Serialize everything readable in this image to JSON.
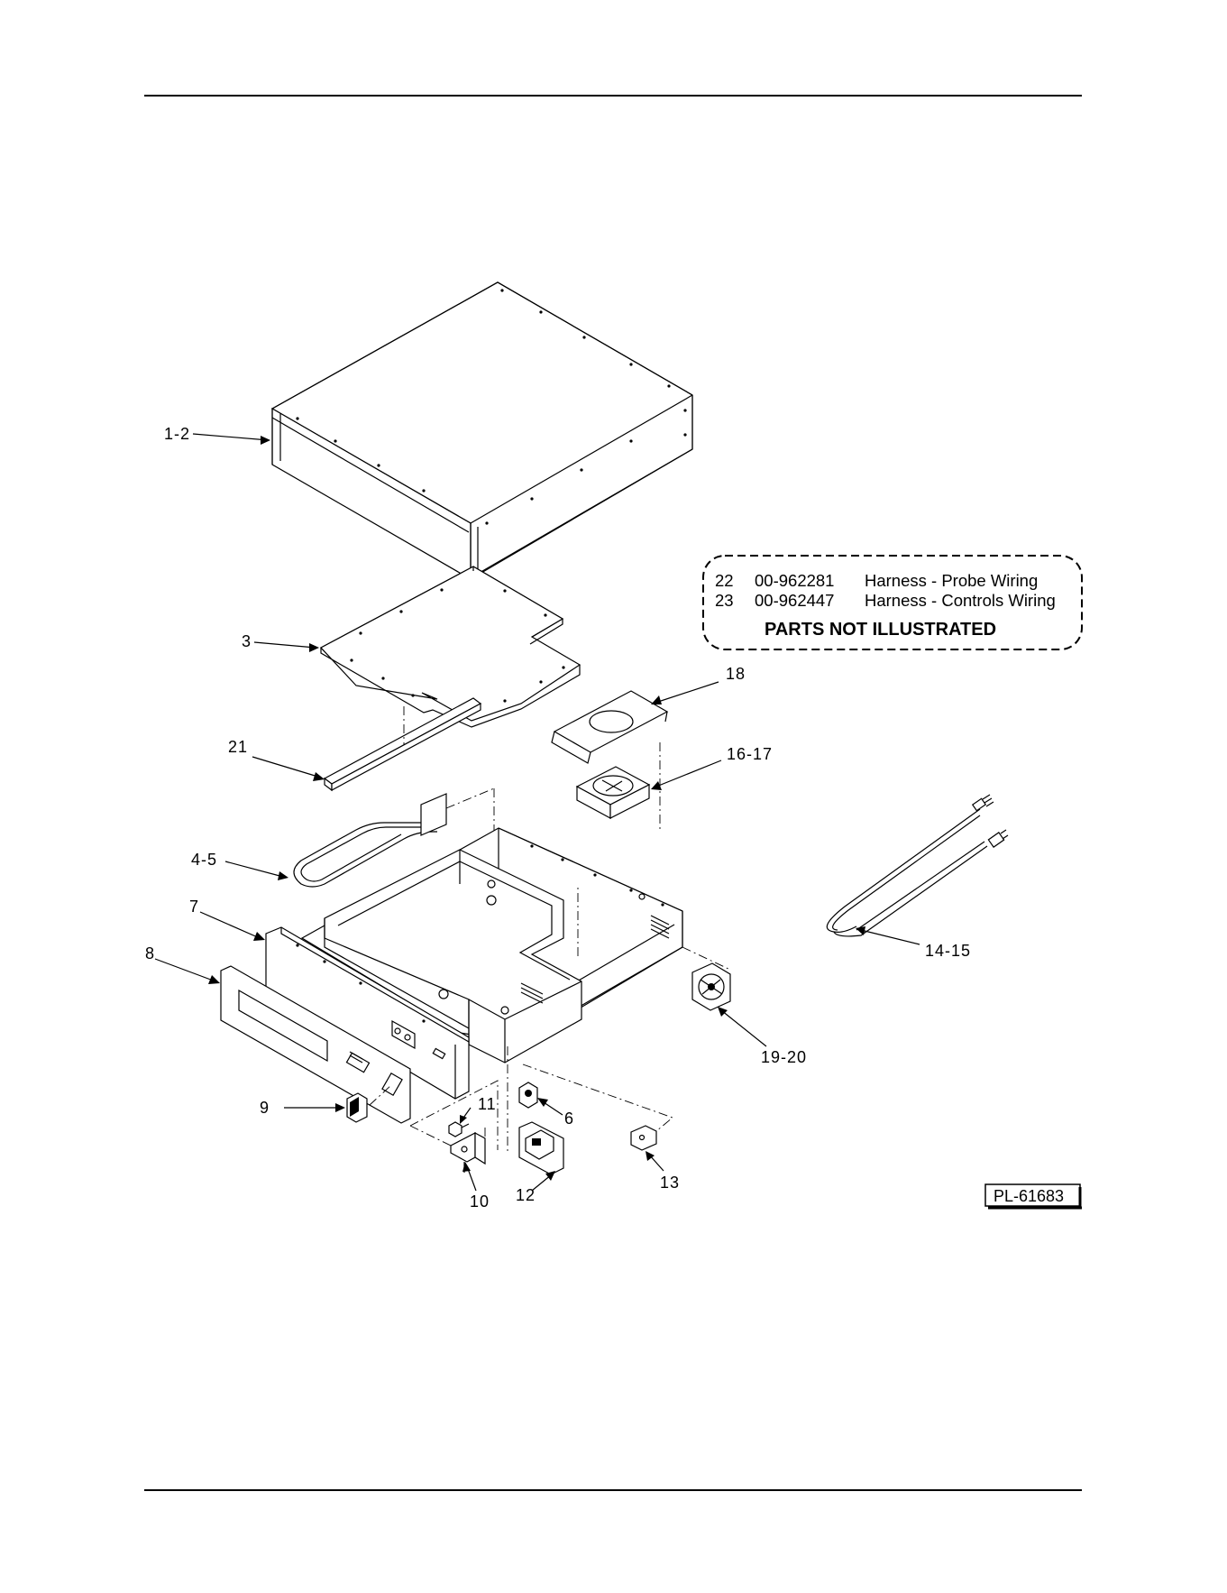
{
  "callouts": {
    "c1_2": "1-2",
    "c3": "3",
    "c21": "21",
    "c4_5": "4-5",
    "c7": "7",
    "c8": "8",
    "c9": "9",
    "c10": "10",
    "c11": "11",
    "c12": "12",
    "c6": "6",
    "c13": "13",
    "c18": "18",
    "c16_17": "16-17",
    "c14_15": "14-15",
    "c19_20": "19-20"
  },
  "parts_not_illustrated": {
    "rows": [
      {
        "item": "22",
        "part_no": "00-962281",
        "description": "Harness - Probe Wiring"
      },
      {
        "item": "23",
        "part_no": "00-962447",
        "description": "Harness - Controls Wiring"
      }
    ],
    "heading": "PARTS NOT ILLUSTRATED"
  },
  "drawing_id": "PL-61683"
}
